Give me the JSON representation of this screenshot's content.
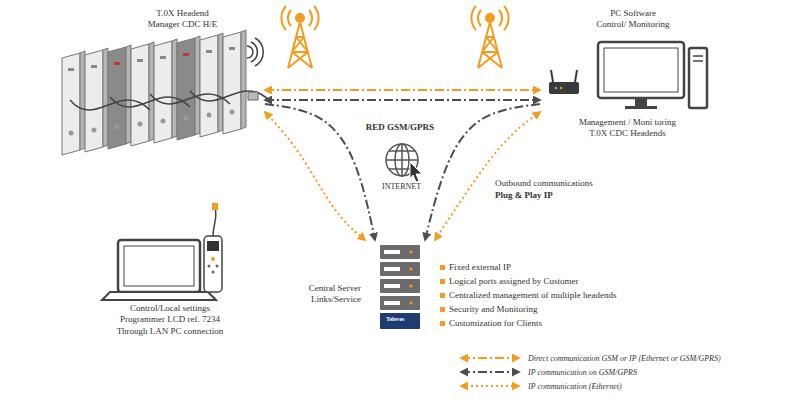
{
  "diagram": {
    "nodes": [
      {
        "text": [
          "T.0X Headend Manager CDC H/E"
        ]
      },
      {
        "text": [
          "PC Software Control/ Monitoring",
          "Management / Moni toring T.0X CDC Headends"
        ]
      },
      {
        "text": [
          "Central Server Links/Service"
        ]
      },
      {
        "text": [
          "Control/Local settings Programmer LCD ref. 7234 Through LAN PC connection"
        ]
      }
    ],
    "edges": [
      {
        "from": 0,
        "to": 1,
        "arrow": "both"
      },
      {
        "from": 0,
        "to": 1,
        "label": "RED GSM/GPRS",
        "arrow": "both"
      },
      {
        "from": 0,
        "to": 2,
        "arrow": "to"
      },
      {
        "from": 1,
        "to": 2,
        "arrow": "to"
      },
      {
        "from": 0,
        "to": 2,
        "arrow": "both"
      },
      {
        "from": 1,
        "to": 2,
        "arrow": "both"
      }
    ],
    "labels": [
      "INTERNET",
      "Outbound communications",
      "Plug & Play IP",
      "Fixed external IP",
      "Logical ports assigned by Customer",
      "Centralized management of multiple headends",
      "Security and Monitoring",
      "Customization for Clients",
      "Televes"
    ],
    "legend": [
      {
        "text": "Direct communication GSM or IP (Ethernet or GSM/GPRS)"
      },
      {
        "text": "IP communication on GSM/GPRS"
      },
      {
        "text": "IP communication (Ethernet)"
      }
    ]
  }
}
